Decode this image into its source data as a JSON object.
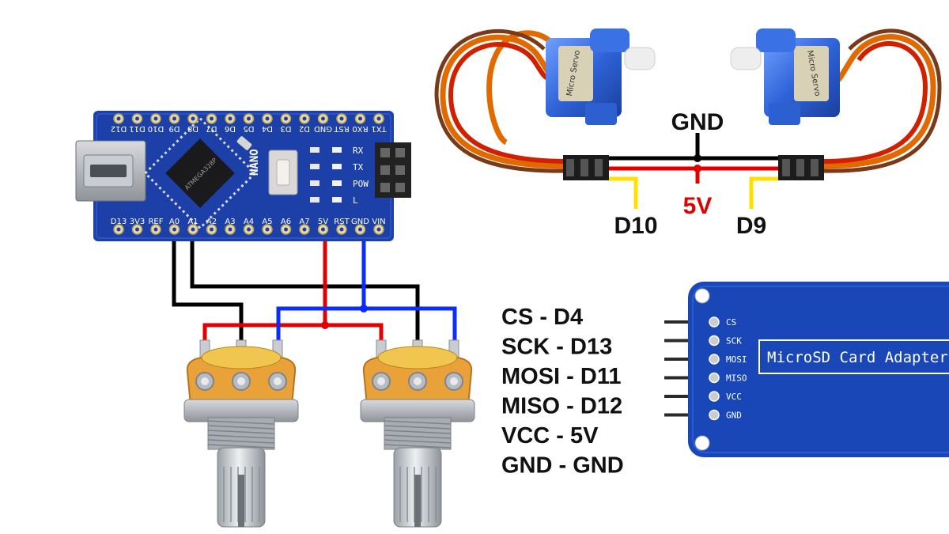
{
  "colors": {
    "board_blue": "#1d3fa8",
    "wire_red": "#e00000",
    "wire_blue": "#0a2cff",
    "wire_black": "#000000",
    "wire_yellow": "#ffe000",
    "servo_blue": "#2f63d8",
    "label_red": "#e00000"
  },
  "arduino": {
    "model": "NANO",
    "top_pins": [
      "D12",
      "D11",
      "D10",
      "D9",
      "D8",
      "D7",
      "D6",
      "D5",
      "D4",
      "D3",
      "D2",
      "GND",
      "RST",
      "RX0",
      "TX1"
    ],
    "bottom_pins": [
      "D13",
      "3V3",
      "REF",
      "A0",
      "A1",
      "A2",
      "A3",
      "A4",
      "A5",
      "A6",
      "A7",
      "5V",
      "RST",
      "GND",
      "VIN"
    ],
    "leds": [
      "RX",
      "TX",
      "POW",
      "L"
    ]
  },
  "servo": {
    "body_text": "Micro Servo",
    "gnd_label": "GND",
    "vcc_label": "5V",
    "left_signal": "D10",
    "right_signal": "D9"
  },
  "sd_module": {
    "title": "MicroSD Card Adapter",
    "pins": [
      "CS",
      "SCK",
      "MOSI",
      "MISO",
      "VCC",
      "GND"
    ]
  },
  "connections": [
    "CS - D4",
    "SCK - D13",
    "MOSI - D11",
    "MISO - D12",
    "VCC - 5V",
    "GND - GND"
  ]
}
